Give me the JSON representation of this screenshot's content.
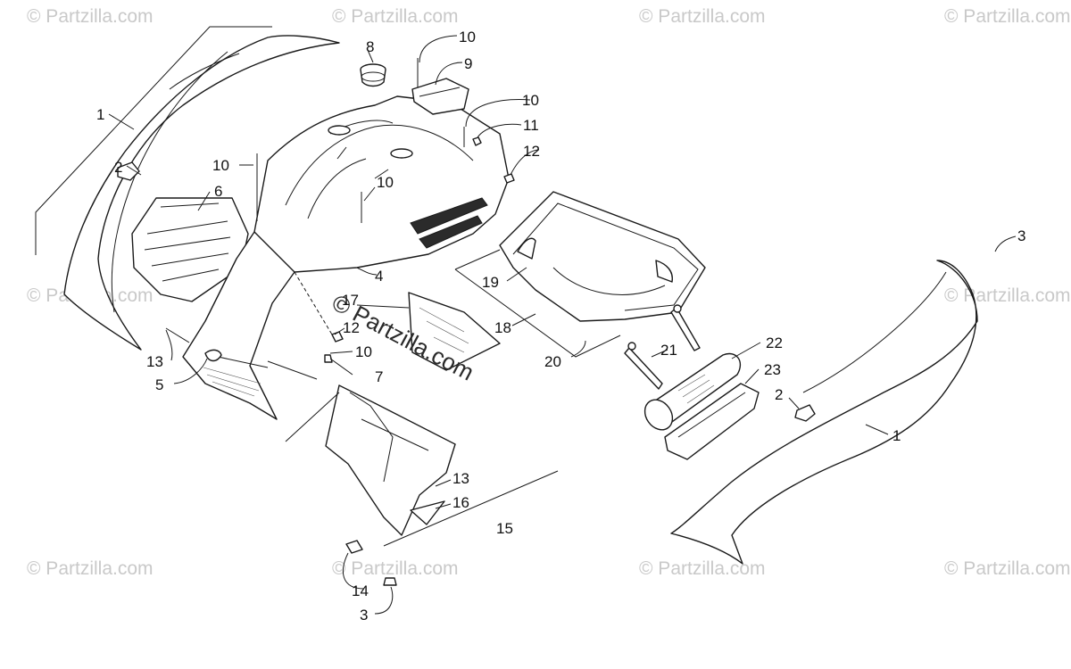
{
  "watermark": {
    "text": "© Partzilla.com",
    "center_text": "© Partzilla.com"
  },
  "callouts": [
    "1",
    "2",
    "10",
    "9",
    "8",
    "10",
    "11",
    "12",
    "10",
    "6",
    "10",
    "4",
    "17",
    "12",
    "10",
    "7",
    "13",
    "5",
    "18",
    "19",
    "20",
    "21",
    "22",
    "23",
    "3",
    "2",
    "1",
    "13",
    "16",
    "15",
    "14",
    "3"
  ]
}
